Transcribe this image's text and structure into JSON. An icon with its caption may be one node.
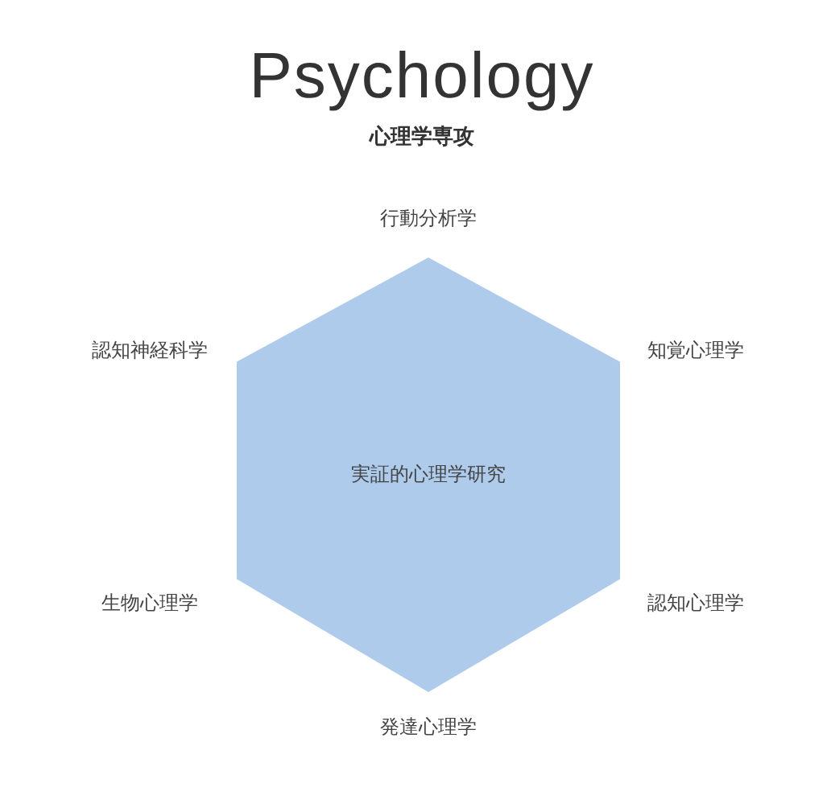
{
  "diagram": {
    "title": "Psychology",
    "nodes": [
      {
        "text": [
          "実証的心理学研究"
        ]
      }
    ],
    "labels": [
      "心理学専攻",
      "行動分析学",
      "認知神経科学",
      "知覚心理学",
      "生物心理学",
      "認知心理学",
      "発達心理学"
    ]
  }
}
